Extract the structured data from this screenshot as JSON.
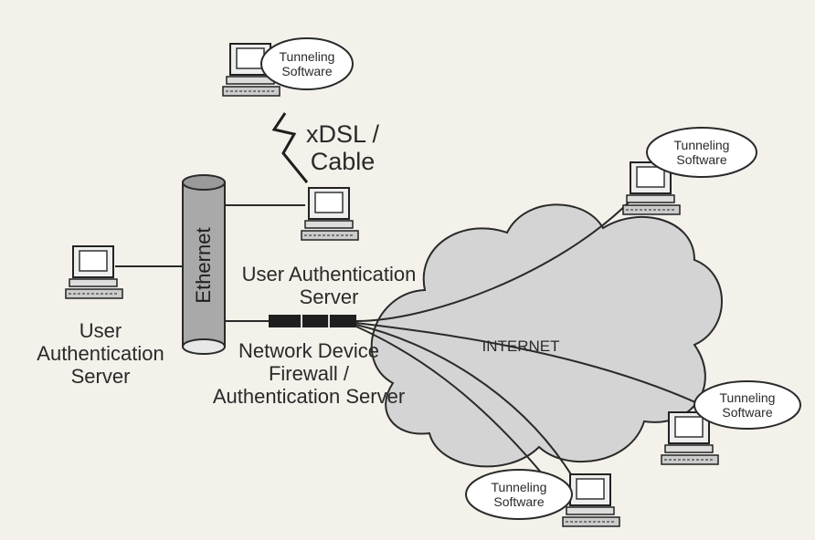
{
  "labels": {
    "xdsl_line1": "xDSL /",
    "xdsl_line2": "Cable",
    "ethernet": "Ethernet",
    "internet": "INTERNET",
    "auth_server_center_l1": "User Authentication",
    "auth_server_center_l2": "Server",
    "auth_server_left_l1": "User",
    "auth_server_left_l2": "Authentication",
    "auth_server_left_l3": "Server",
    "network_device_l1": "Network Device",
    "network_device_l2": "Firewall /",
    "network_device_l3": "Authentication Server"
  },
  "bubbles": [
    {
      "line1": "Tunneling",
      "line2": "Software"
    },
    {
      "line1": "Tunneling",
      "line2": "Software"
    },
    {
      "line1": "Tunneling",
      "line2": "Software"
    },
    {
      "line1": "Tunneling",
      "line2": "Software"
    }
  ],
  "colors": {
    "background": "#f3f1ea",
    "cloud_fill": "#d4d4d4",
    "ethernet_fill": "#a9a9a9",
    "line": "#2a2a2a"
  }
}
